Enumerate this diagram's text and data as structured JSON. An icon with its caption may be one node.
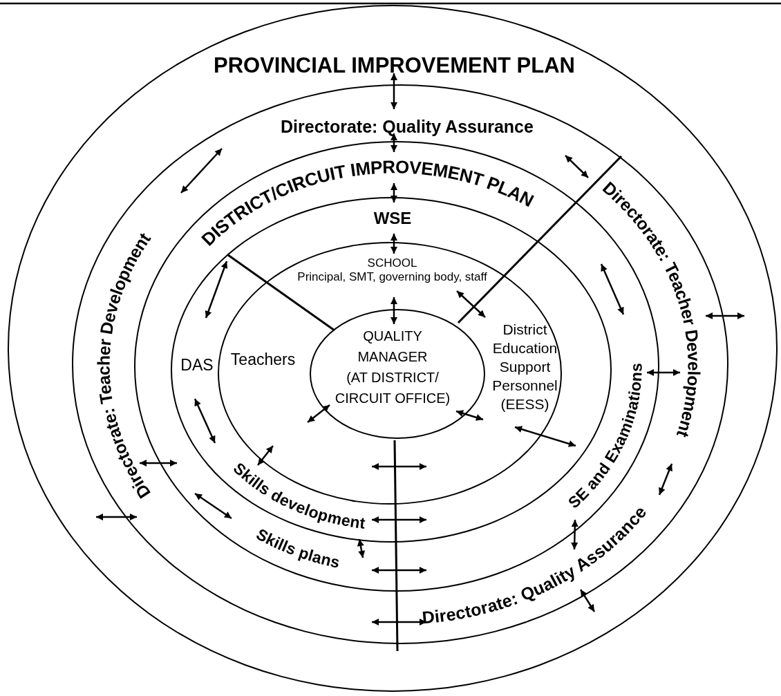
{
  "diagram": {
    "nodes": [
      {
        "text": [
          "PROVINCIAL IMPROVEMENT PLAN"
        ]
      },
      {
        "text": [
          "Directorate: Quality Assurance"
        ],
        "in": 0
      },
      {
        "text": [],
        "shape": "ellipse",
        "in": 1
      },
      {
        "text": [
          "WSE",
          "DAS"
        ],
        "in": 2
      },
      {
        "text": [
          "SCHOOL",
          "Principal, SMT, governing body, staff",
          "Teachers",
          "District Education Support Personnel (EESS)"
        ],
        "in": 3
      },
      {
        "text": [
          "QUALITY MANAGER (AT DISTRICT/ CIRCUIT OFFICE)"
        ],
        "in": 4
      }
    ],
    "edges": [
      {
        "from": 2,
        "to": 3,
        "arrow": "both"
      },
      {
        "from": 2,
        "to": 3,
        "arrow": "both"
      }
    ],
    "labels": [
      "DISTRICT/CIRCUIT IMPROVEMENT PLAN",
      "Directorate: Teacher Development",
      "Directorate: Teacher Development",
      "SE and Examinations",
      "Skills development",
      "Skills plans",
      "Directorate: Quality Assurance"
    ]
  }
}
